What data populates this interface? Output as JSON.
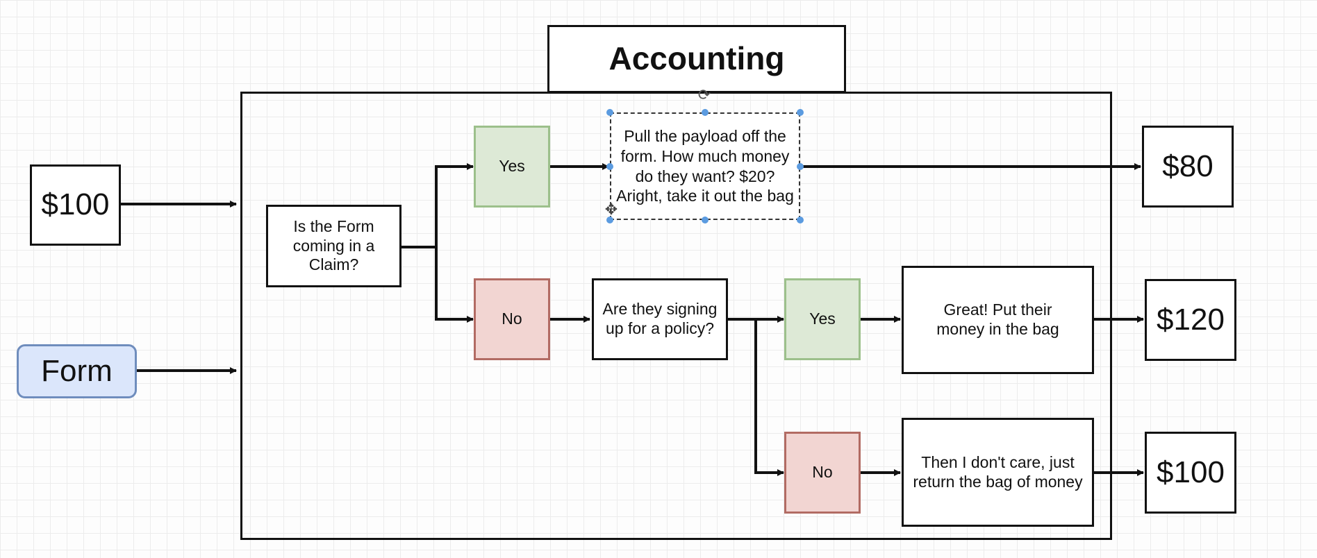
{
  "diagram": {
    "title": "Accounting",
    "inputs": {
      "money": "$100",
      "form": "Form"
    },
    "decision_claim": "Is the Form coming in a Claim?",
    "claim_yes": "Yes",
    "claim_no": "No",
    "payload_step": "Pull the payload off the form.  How much money do they want? $20? Aright, take it out the bag",
    "decision_policy": "Are they signing up for a policy?",
    "policy_yes": "Yes",
    "policy_no": "No",
    "policy_yes_step": "Great! Put their money in the bag",
    "policy_no_step": "Then I don't care, just return the bag of money",
    "outputs": {
      "claim": "$80",
      "policy": "$120",
      "other": "$100"
    }
  },
  "icons": {
    "rotate": "rotate-icon",
    "move": "move-icon"
  },
  "colors": {
    "yes_fill": "#dde9d6",
    "yes_border": "#9cc08b",
    "no_fill": "#f2d5d2",
    "no_border": "#b26b63",
    "form_fill": "#dbe6fb",
    "form_border": "#6f8dbd",
    "selection_handle": "#5b9be0"
  }
}
